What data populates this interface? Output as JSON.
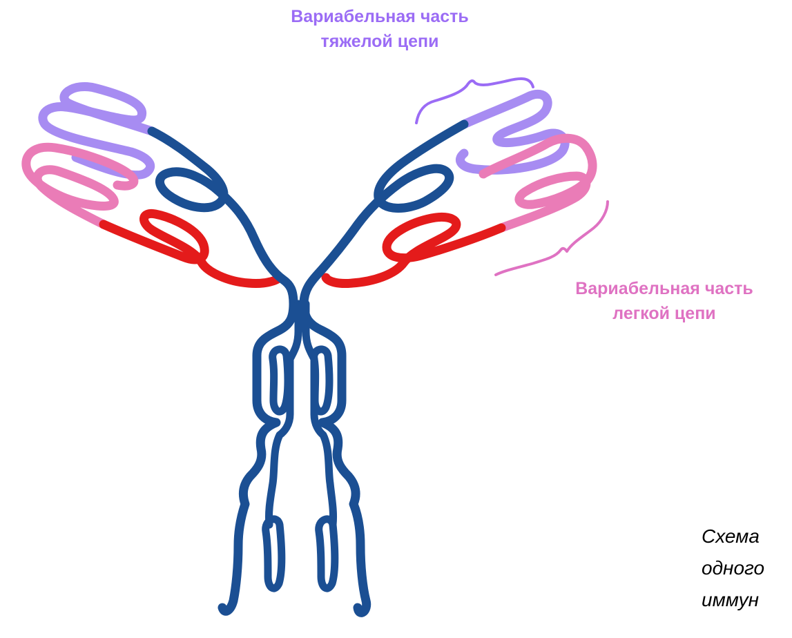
{
  "labels": {
    "heavy_variable": {
      "line1": "Вариабельная часть",
      "line2": "тяжелой цепи",
      "color": "#9b6cf5"
    },
    "light_variable": {
      "line1": "Вариабельная часть",
      "line2": "легкой цепи",
      "color": "#df72c2"
    }
  },
  "caption": {
    "line1": "Схема",
    "line2": "одного",
    "line3": "иммун"
  },
  "colors": {
    "heavy_constant": "#1b4f93",
    "light_constant": "#e41b1b",
    "heavy_variable": "#a78cf2",
    "light_variable": "#ea7cb7",
    "brace_heavy": "#9b6cf5",
    "brace_light": "#df72c2"
  }
}
